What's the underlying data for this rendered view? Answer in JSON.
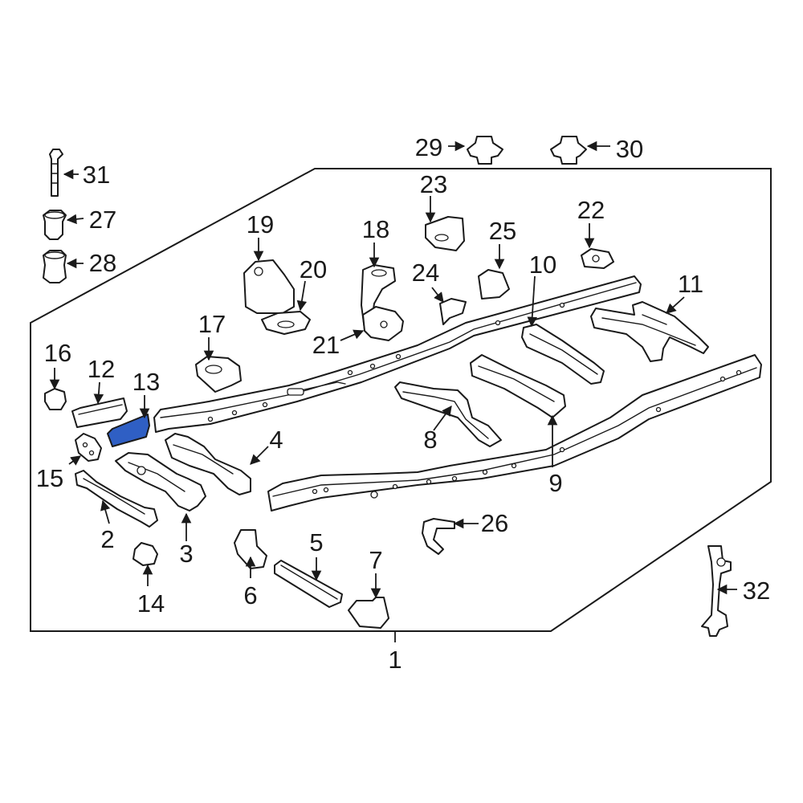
{
  "diagram": {
    "highlight_color": "#2f5fc4",
    "highlighted_part": "13",
    "labels": {
      "p1": "1",
      "p2": "2",
      "p3": "3",
      "p4": "4",
      "p5": "5",
      "p6": "6",
      "p7": "7",
      "p8": "8",
      "p9": "9",
      "p10": "10",
      "p11": "11",
      "p12": "12",
      "p13": "13",
      "p14": "14",
      "p15": "15",
      "p16": "16",
      "p17": "17",
      "p18": "18",
      "p19": "19",
      "p20": "20",
      "p21": "21",
      "p22": "22",
      "p23": "23",
      "p24": "24",
      "p25": "25",
      "p26": "26",
      "p27": "27",
      "p28": "28",
      "p29": "29",
      "p30": "30",
      "p31": "31",
      "p32": "32"
    }
  }
}
